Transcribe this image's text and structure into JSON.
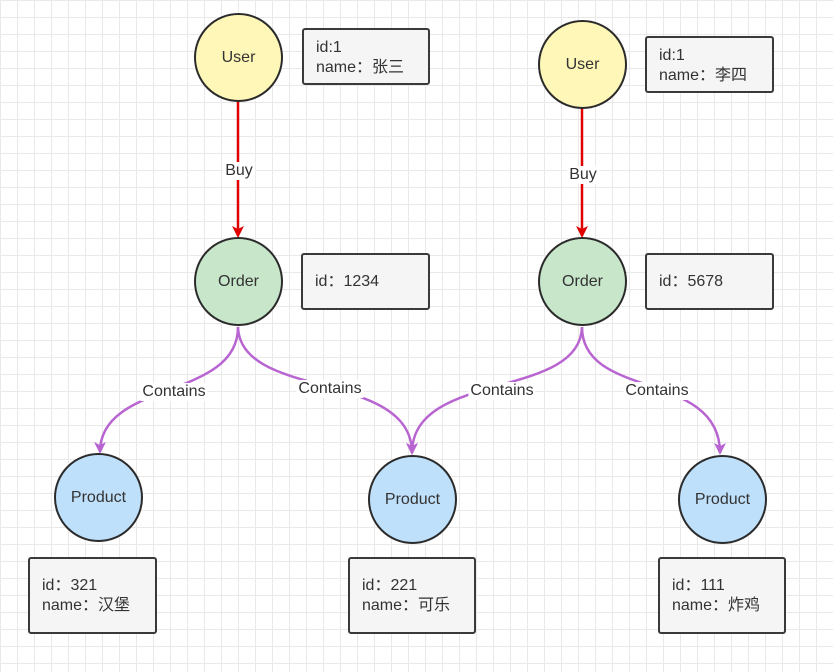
{
  "nodes": {
    "user1": {
      "label": "User",
      "info": [
        "id:1",
        "name：张三"
      ]
    },
    "user2": {
      "label": "User",
      "info": [
        "id:1",
        "name：李四"
      ]
    },
    "order1": {
      "label": "Order",
      "info": [
        "id：1234"
      ]
    },
    "order2": {
      "label": "Order",
      "info": [
        "id：5678"
      ]
    },
    "product1": {
      "label": "Product",
      "info": [
        "id：321",
        "name：汉堡"
      ]
    },
    "product2": {
      "label": "Product",
      "info": [
        "id：221",
        "name：可乐"
      ]
    },
    "product3": {
      "label": "Product",
      "info": [
        "id：111",
        "name：炸鸡"
      ]
    }
  },
  "edges": {
    "buy1": {
      "label": "Buy",
      "color": "#e00000"
    },
    "buy2": {
      "label": "Buy",
      "color": "#e00000"
    },
    "contains1": {
      "label": "Contains",
      "color": "#b865d1"
    },
    "contains2": {
      "label": "Contains",
      "color": "#b865d1"
    },
    "contains3": {
      "label": "Contains",
      "color": "#b865d1"
    },
    "contains4": {
      "label": "Contains",
      "color": "#b865d1"
    }
  },
  "colors": {
    "user_fill": "#fff7b8",
    "order_fill": "#c8e6c9",
    "product_fill": "#bfe0fb",
    "info_fill": "#f5f5f5",
    "node_border": "#2b2b2b"
  }
}
